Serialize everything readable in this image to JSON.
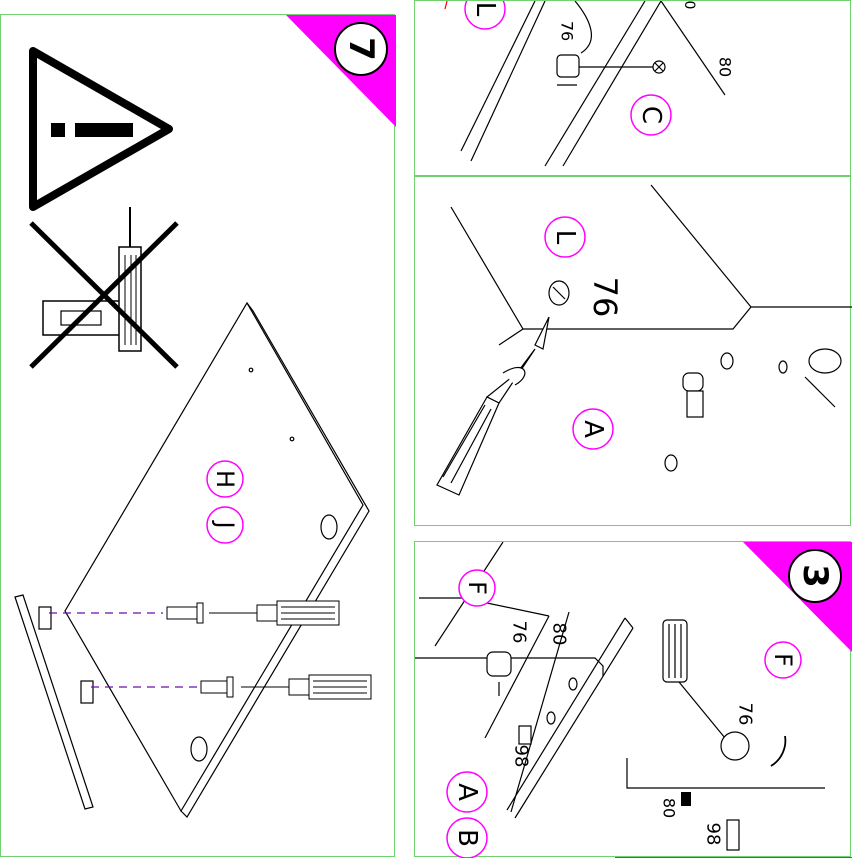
{
  "colors": {
    "border": "#6fd36f",
    "step_badge": "#ff00ff",
    "label_circle": "#ff00ff",
    "arrow": "#6a0dad"
  },
  "step7": {
    "step_number": "7",
    "warning_icon": "warning-triangle-icon",
    "no_power_tool_icon": "no-power-drill-icon",
    "part_labels": [
      "H",
      "J"
    ]
  },
  "panel_top_right": {
    "labels": [
      "L",
      "C"
    ],
    "numbers": [
      "76",
      "80",
      "0"
    ]
  },
  "panel_mid_right": {
    "labels": [
      "L",
      "A"
    ],
    "numbers": [
      "76"
    ]
  },
  "step3": {
    "step_number": "3",
    "labels": [
      "F",
      "A",
      "B",
      "F"
    ],
    "numbers": [
      "76",
      "80",
      "98",
      "76",
      "80",
      "98"
    ]
  }
}
